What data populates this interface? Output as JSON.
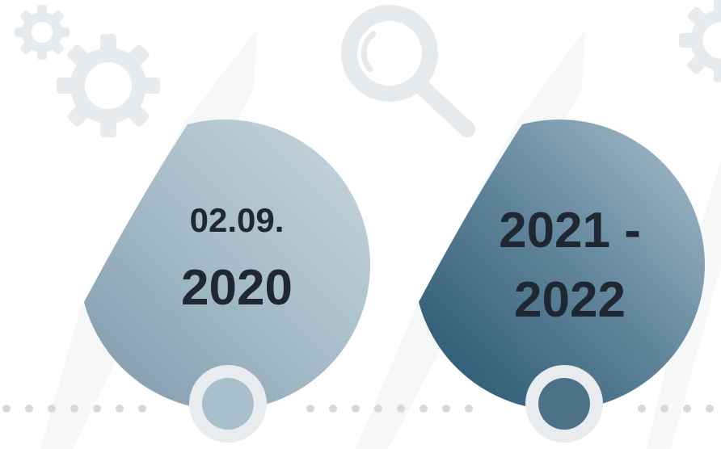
{
  "milestones": [
    {
      "line1": "02.09.",
      "line2": "2020",
      "color": "#a9c0cc"
    },
    {
      "line1": "2021 -",
      "line2": "2022",
      "color": "#4d7288"
    }
  ],
  "icons": [
    "gear-icon",
    "gear-icon",
    "magnifier-icon",
    "gear-icon"
  ],
  "colors": {
    "icon": "#e8ebed",
    "dots": "#d7dadc",
    "ring": "#e9ecee",
    "text": "#1f2732"
  }
}
